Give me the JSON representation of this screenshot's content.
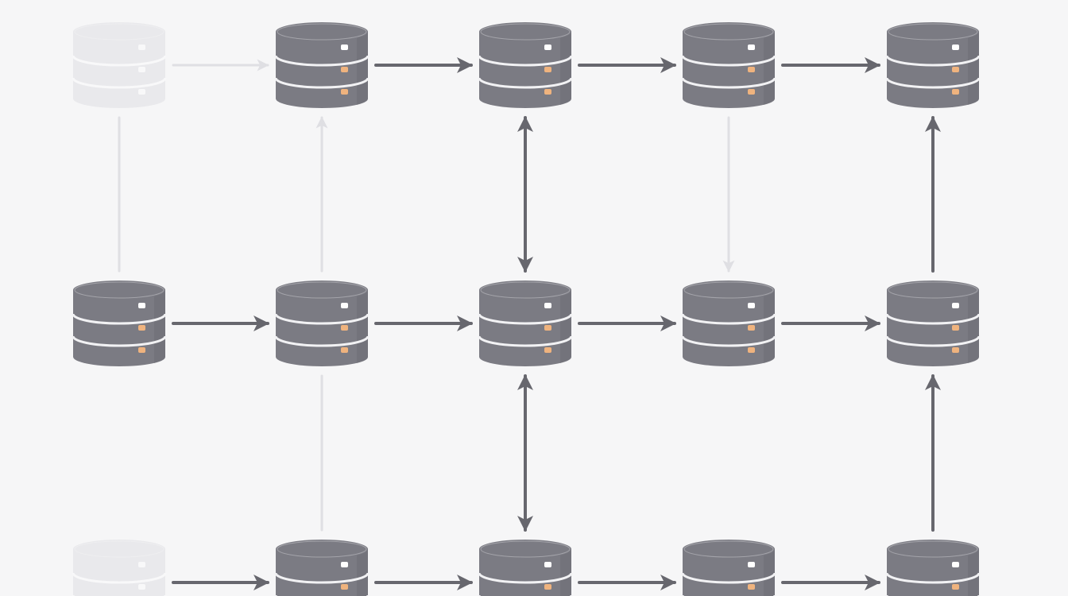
{
  "diagram": {
    "colors": {
      "background": "#f6f6f7",
      "node_fill": "#7b7b83",
      "node_shade": "#6b6b73",
      "node_separator": "#f2f2f4",
      "node_indicator_white": "#ffffff",
      "node_indicator_amber": "#efb37e",
      "edge": "#67676e",
      "faded": "#e9e9ec",
      "faded_edge": "#dfdfe3"
    },
    "nodes": [
      {
        "id": "r1c1",
        "row": 1,
        "col": 1,
        "icon": "database-server-icon",
        "faded": true
      },
      {
        "id": "r1c2",
        "row": 1,
        "col": 2,
        "icon": "database-server-icon",
        "faded": false
      },
      {
        "id": "r1c3",
        "row": 1,
        "col": 3,
        "icon": "database-server-icon",
        "faded": false
      },
      {
        "id": "r1c4",
        "row": 1,
        "col": 4,
        "icon": "database-server-icon",
        "faded": false
      },
      {
        "id": "r1c5",
        "row": 1,
        "col": 5,
        "icon": "database-server-icon",
        "faded": false
      },
      {
        "id": "r2c1",
        "row": 2,
        "col": 1,
        "icon": "database-server-icon",
        "faded": false
      },
      {
        "id": "r2c2",
        "row": 2,
        "col": 2,
        "icon": "database-server-icon",
        "faded": false
      },
      {
        "id": "r2c3",
        "row": 2,
        "col": 3,
        "icon": "database-server-icon",
        "faded": false
      },
      {
        "id": "r2c4",
        "row": 2,
        "col": 4,
        "icon": "database-server-icon",
        "faded": false
      },
      {
        "id": "r2c5",
        "row": 2,
        "col": 5,
        "icon": "database-server-icon",
        "faded": false
      },
      {
        "id": "r3c1",
        "row": 3,
        "col": 1,
        "icon": "database-server-icon",
        "faded": true
      },
      {
        "id": "r3c2",
        "row": 3,
        "col": 2,
        "icon": "database-server-icon",
        "faded": false
      },
      {
        "id": "r3c3",
        "row": 3,
        "col": 3,
        "icon": "database-server-icon",
        "faded": false
      },
      {
        "id": "r3c4",
        "row": 3,
        "col": 4,
        "icon": "database-server-icon",
        "faded": false
      },
      {
        "id": "r3c5",
        "row": 3,
        "col": 5,
        "icon": "database-server-icon",
        "faded": false
      }
    ],
    "edges": [
      {
        "from": "r1c1",
        "to": "r1c2",
        "direction": "forward",
        "faded": true
      },
      {
        "from": "r1c2",
        "to": "r1c3",
        "direction": "forward",
        "faded": false
      },
      {
        "from": "r1c3",
        "to": "r1c4",
        "direction": "forward",
        "faded": false
      },
      {
        "from": "r1c4",
        "to": "r1c5",
        "direction": "forward",
        "faded": false
      },
      {
        "from": "r2c1",
        "to": "r2c2",
        "direction": "forward",
        "faded": false
      },
      {
        "from": "r2c2",
        "to": "r2c3",
        "direction": "forward",
        "faded": false
      },
      {
        "from": "r2c3",
        "to": "r2c4",
        "direction": "forward",
        "faded": false
      },
      {
        "from": "r2c4",
        "to": "r2c5",
        "direction": "forward",
        "faded": false
      },
      {
        "from": "r3c1",
        "to": "r3c2",
        "direction": "forward",
        "faded": false
      },
      {
        "from": "r3c2",
        "to": "r3c3",
        "direction": "forward",
        "faded": false
      },
      {
        "from": "r3c3",
        "to": "r3c4",
        "direction": "forward",
        "faded": false
      },
      {
        "from": "r3c4",
        "to": "r3c5",
        "direction": "forward",
        "faded": false
      },
      {
        "from": "r1c1",
        "to": "r2c1",
        "direction": "none",
        "faded": true
      },
      {
        "from": "r2c2",
        "to": "r1c2",
        "direction": "forward",
        "faded": true
      },
      {
        "from": "r1c3",
        "to": "r2c3",
        "direction": "both",
        "faded": false
      },
      {
        "from": "r1c4",
        "to": "r2c4",
        "direction": "forward",
        "faded": true
      },
      {
        "from": "r2c5",
        "to": "r1c5",
        "direction": "forward",
        "faded": false
      },
      {
        "from": "r3c2",
        "to": "r2c2",
        "direction": "none",
        "faded": true
      },
      {
        "from": "r2c3",
        "to": "r3c3",
        "direction": "both",
        "faded": false
      },
      {
        "from": "r3c5",
        "to": "r2c5",
        "direction": "forward",
        "faded": false
      }
    ]
  }
}
